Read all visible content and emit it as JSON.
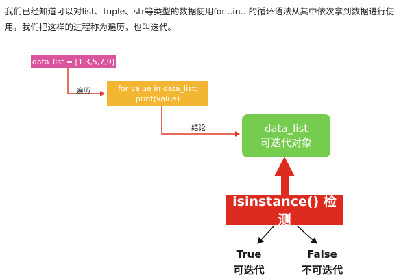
{
  "intro": {
    "text": "我们已经知道可以对list、tuple、str等类型的数据使用for...in...的循环语法从其中依次拿到数据进行使用，我们把这样的过程称为遍历，也叫迭代。"
  },
  "code_box": {
    "text": "data_list = [1,3,5,7,9]"
  },
  "edge_traverse": {
    "label": "遍历"
  },
  "loop_box": {
    "line1": "for  value in data_list:",
    "line2": "print(value)"
  },
  "edge_conclusion": {
    "label": "结论"
  },
  "iterable_box": {
    "line1": "data_list",
    "line2": "可迭代对象"
  },
  "check_box": {
    "text": "isinstance() 检测"
  },
  "outcome_true": {
    "value": "True",
    "meaning": "可迭代"
  },
  "outcome_false": {
    "value": "False",
    "meaning": "不可迭代"
  },
  "colors": {
    "code_box": "#d9539d",
    "loop_box": "#f2b632",
    "iterable_box": "#75cc4e",
    "check_box": "#dd2b20",
    "connector": "#e03a2a"
  }
}
